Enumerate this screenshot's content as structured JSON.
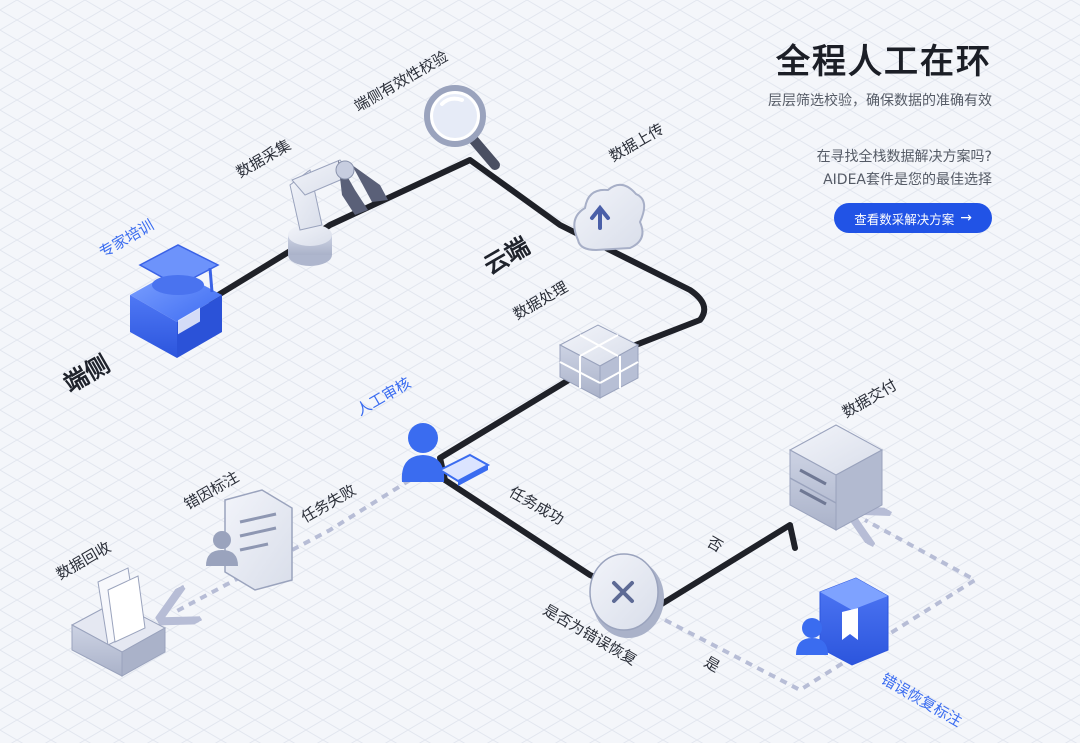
{
  "hero": {
    "title": "全程人工在环",
    "subtitle": "层层筛选校验，确保数据的准确有效",
    "question_line1": "在寻找全栈数据解决方案吗?",
    "question_line2": "AIDEA套件是您的最佳选择",
    "cta_label": "查看数采解决方案",
    "cta_icon": "arrow-right-icon"
  },
  "regions": {
    "device": "端侧",
    "cloud": "云端"
  },
  "steps": {
    "expert_training": "专家培训",
    "data_collection": "数据采集",
    "device_validation": "端侧有效性校验",
    "data_upload": "数据上传",
    "data_processing": "数据处理",
    "manual_review": "人工审核",
    "task_failed": "任务失败",
    "error_cause_annotation": "错因标注",
    "data_recycle": "数据回收",
    "task_success": "任务成功",
    "error_recovery_question": "是否为错误恢复",
    "no": "否",
    "yes": "是",
    "data_delivery": "数据交付",
    "error_recovery_annotation": "错误恢复标注"
  },
  "colors": {
    "accent": "#2153e6",
    "highlight_blue": "#3a6cf0",
    "path": "#1f2128",
    "dashed": "#b7bdd6"
  }
}
